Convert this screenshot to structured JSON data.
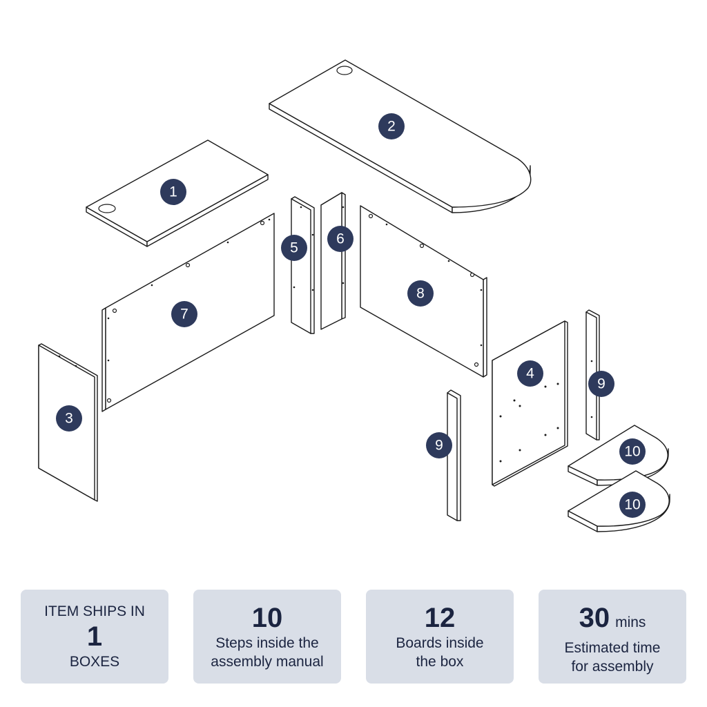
{
  "parts": {
    "p1": "1",
    "p2": "2",
    "p3": "3",
    "p4": "4",
    "p5": "5",
    "p6": "6",
    "p7": "7",
    "p8": "8",
    "p9": "9",
    "p10": "10"
  },
  "stats": {
    "boxes": {
      "top": "ITEM SHIPS IN",
      "value": "1",
      "bottom": "BOXES"
    },
    "steps": {
      "value": "10",
      "line1": "Steps inside the",
      "line2": "assembly manual"
    },
    "boards": {
      "value": "12",
      "line1": "Boards inside",
      "line2": "the box"
    },
    "time": {
      "value": "30",
      "unit": "mins",
      "line1": "Estimated time",
      "line2": "for assembly"
    }
  },
  "colors": {
    "badge": "#2e3a5c",
    "card": "#d9dee7",
    "text": "#1b2440"
  }
}
